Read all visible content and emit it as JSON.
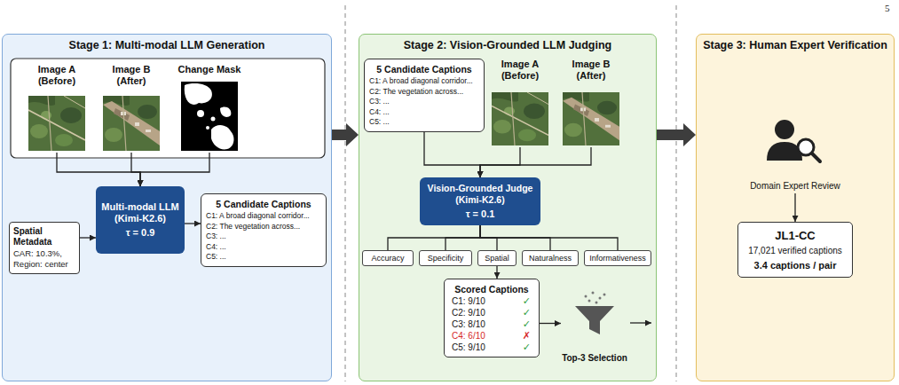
{
  "diagram": {
    "nodes": [
      {
        "text": [
          "Stage 1: Multi-modal LLM Generation"
        ]
      },
      {
        "text": [
          "Image A (Before)"
        ],
        "in": 0
      },
      {
        "text": [
          "Image B (After)"
        ],
        "in": 0
      },
      {
        "text": [
          "Change Mask"
        ],
        "in": 0
      },
      {
        "text": [
          "Spatial Metadata",
          "CAR: 10.3%, Region: center"
        ],
        "in": 0
      },
      {
        "text": [
          "Multi-modal LLM (Kimi-K2.6)",
          "τ = 0.9"
        ],
        "in": 0
      },
      {
        "text": [
          "5 Candidate Captions",
          "C1: A broad diagonal corridor...",
          "C2: The vegetation across...",
          "C3: ...",
          "C4: ...",
          "C5: ..."
        ],
        "in": 0
      },
      {
        "text": [
          "Stage 2: Vision-Grounded LLM Judging"
        ]
      },
      {
        "text": [
          "5 Candidate Captions",
          "C1: A broad diagonal corridor...",
          "C2: The vegetation across...",
          "C3: ...",
          "C4: ...",
          "C5: ..."
        ],
        "in": 7
      },
      {
        "text": [
          "Image A (Before)"
        ],
        "in": 7
      },
      {
        "text": [
          "Image B (After)"
        ],
        "in": 7
      },
      {
        "text": [
          "Vision-Grounded Judge (Kimi-K2.6)",
          "τ = 0.1"
        ],
        "in": 7
      },
      {
        "text": [
          "Accuracy"
        ],
        "in": 7
      },
      {
        "text": [
          "Specificity"
        ],
        "in": 7
      },
      {
        "text": [
          "Spatial"
        ],
        "in": 7
      },
      {
        "text": [
          "Naturalness"
        ],
        "in": 7
      },
      {
        "text": [
          "Informativeness"
        ],
        "in": 7
      },
      {
        "text": [
          "Scored Captions",
          "C1: 9/10",
          "C2: 9/10",
          "C3: 8/10",
          "C4: 6/10",
          "C5: 9/10"
        ],
        "in": 7
      },
      {
        "text": [
          "Top-3 Selection"
        ],
        "in": 7
      },
      {
        "text": [
          "Stage 3: Human Expert Verification"
        ]
      },
      {
        "text": [
          "Domain Expert Review"
        ],
        "in": 19
      },
      {
        "text": [
          "JL1-CC",
          "17,021 verified captions",
          "3.4 captions / pair"
        ],
        "in": 19
      }
    ],
    "edges": [
      {
        "from": 1,
        "to": 5,
        "arrow": "to"
      },
      {
        "from": 2,
        "to": 5,
        "arrow": "to"
      },
      {
        "from": 3,
        "to": 5,
        "arrow": "to"
      },
      {
        "from": 4,
        "to": 5,
        "arrow": "to"
      },
      {
        "from": 5,
        "to": 6,
        "arrow": "to"
      },
      {
        "from": 0,
        "to": 7,
        "arrow": "to"
      },
      {
        "from": 8,
        "to": 11,
        "arrow": "to"
      },
      {
        "from": 9,
        "to": 11,
        "arrow": "to"
      },
      {
        "from": 10,
        "to": 11,
        "arrow": "to"
      },
      {
        "from": 11,
        "to": 12,
        "arrow": "none"
      },
      {
        "from": 11,
        "to": 13,
        "arrow": "none"
      },
      {
        "from": 11,
        "to": 14,
        "arrow": "none"
      },
      {
        "from": 11,
        "to": 15,
        "arrow": "none"
      },
      {
        "from": 11,
        "to": 16,
        "arrow": "none"
      },
      {
        "from": 14,
        "to": 17,
        "arrow": "to"
      },
      {
        "from": 17,
        "to": 18,
        "arrow": "to"
      },
      {
        "from": 7,
        "to": 19,
        "arrow": "to"
      },
      {
        "from": 20,
        "to": 21,
        "arrow": "to"
      }
    ],
    "labels": [
      "5",
      "✓",
      "✓",
      "✓",
      "✗",
      "✓"
    ]
  }
}
